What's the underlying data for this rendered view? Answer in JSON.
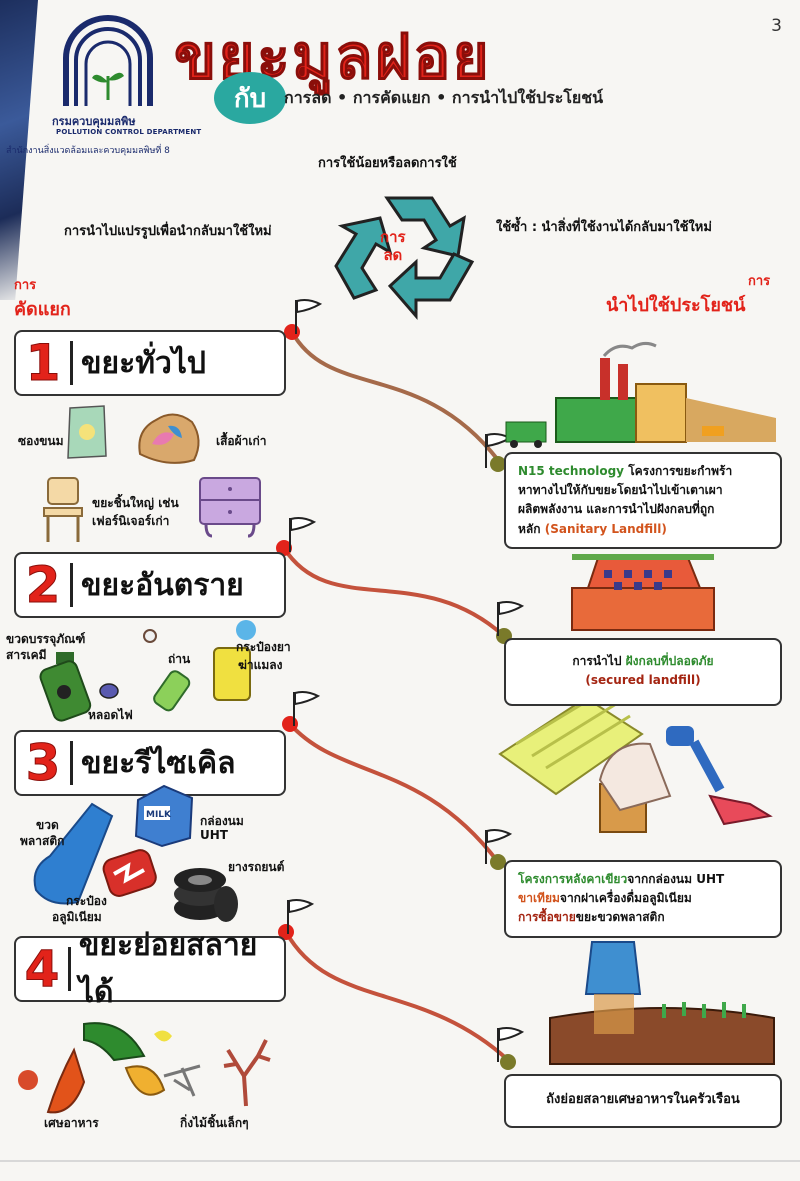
{
  "page_number": "3",
  "agency": {
    "name_th": "กรมควบคุมมลพิษ",
    "name_en": "POLLUTION CONTROL DEPARTMENT",
    "office": "สำนักงานสิ่งแวดล้อมและควบคุมมลพิษที่ 8"
  },
  "title": "ขยะมูลฝอย",
  "title_with": "กับ",
  "subtitle": "การลด • การคัดแยก • การนำไปใช้ประโยชน์",
  "cycle": {
    "top": "การใช้น้อยหรือลดการใช้",
    "left": "การนำไปแปรรูปเพื่อนำกลับมาใช้ใหม่",
    "right": "ใช้ซ้ำ : นำสิ่งที่ใช้งานได้กลับมาใช้ใหม่",
    "center_line1": "การ",
    "center_line2": "ลด"
  },
  "sections": {
    "sort_prefix": "การ",
    "sort_title": "คัดแยก",
    "use_prefix": "การ",
    "use_title": "นำไปใช้ประโยชน์"
  },
  "categories": [
    {
      "num": "1",
      "label": "ขยะทั่วไป",
      "items": [
        "ซองขนม",
        "เสื้อผ้าเก่า",
        "ขยะชิ้นใหญ่ เช่น",
        "เฟอร์นิเจอร์เก่า"
      ]
    },
    {
      "num": "2",
      "label": "ขยะอันตราย",
      "items": [
        "ขวดบรรจุภัณฑ์",
        "สารเคมี",
        "ถ่าน",
        "กระป๋องยา",
        "ฆ่าแมลง",
        "หลอดไฟ"
      ]
    },
    {
      "num": "3",
      "label": "ขยะรีไซเคิล",
      "items": [
        "ขวด",
        "พลาสติก",
        "กล่องนม",
        "UHT",
        "ยางรถยนต์",
        "กระป๋อง",
        "อลูมิเนียม"
      ]
    },
    {
      "num": "4",
      "label": "ขยะย่อยสลายได้",
      "items": [
        "เศษอาหาร",
        "กิ่งไม้ชิ้นเล็กๆ"
      ]
    }
  ],
  "uses": {
    "u1": {
      "green": "N15 technology",
      "rest1": " โครงการขยะกำพร้า",
      "line2": "หาทางไปให้กับขยะโดยนำไปเข้าเตาเผา",
      "line3": "ผลิตพลังงาน และการนำไปฝังกลบที่ถูก",
      "line4a": "หลัก ",
      "line4b": "(Sanitary Landfill)"
    },
    "u2": {
      "line1a": "การนำไป ",
      "line1b": "ฝังกลบที่ปลอดภัย",
      "line2": "(secured landfill)"
    },
    "u3": {
      "line1a": "โครงการหลังคาเขียว",
      "line1b": "จากกล่องนม UHT",
      "line2a": "ขาเทียม",
      "line2b": "จากฝาเครื่องดื่มอลูมิเนียม",
      "line3a": "การซื้อขาย",
      "line3b": "ขยะขวดพลาสติก"
    },
    "u4": {
      "line1": "ถังย่อยสลายเศษอาหารในครัวเรือน"
    }
  },
  "icons": [
    "pcd-logo-icon",
    "recycle-icon",
    "flag-icon",
    "factory-icon",
    "landfill-icon",
    "roof-sheet-icon",
    "prosthetic-leg-icon",
    "compost-bin-icon",
    "snack-bag-icon",
    "old-clothes-icon",
    "chair-icon",
    "cabinet-icon",
    "chemical-bottle-icon",
    "battery-icon",
    "spray-can-icon",
    "light-bulb-icon",
    "plastic-bottle-icon",
    "milk-carton-icon",
    "aluminium-can-icon",
    "tires-icon",
    "food-scraps-icon",
    "twigs-icon"
  ],
  "colors": {
    "accent_red": "#e2231a",
    "teal": "#2aa8a0",
    "green": "#2e8b2e",
    "navy": "#1a2a6c"
  }
}
